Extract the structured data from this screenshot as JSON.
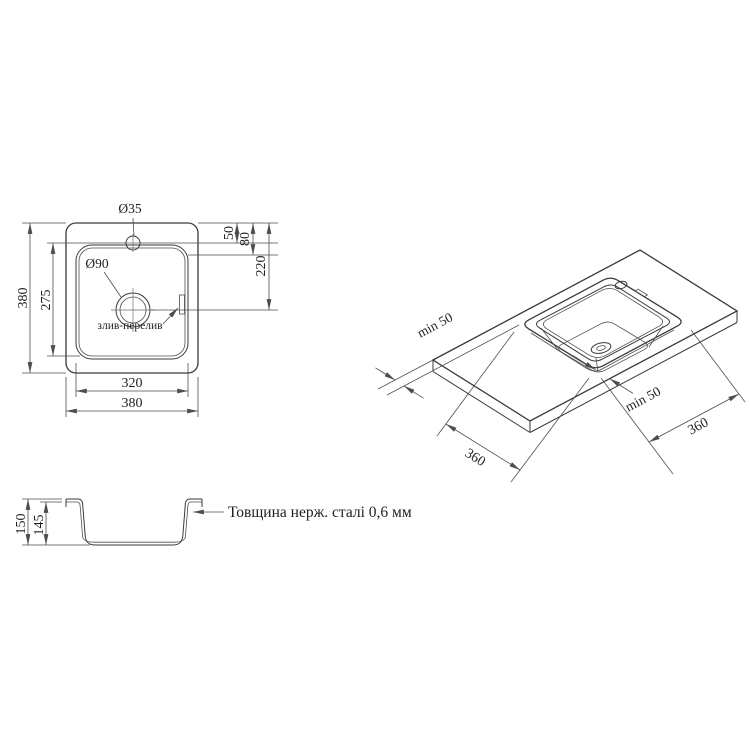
{
  "top_view": {
    "labels": {
      "faucet_hole": "Ø35",
      "drain": "Ø90",
      "overflow": "злив-перелив"
    },
    "dims": {
      "top_to_faucet": "50",
      "top_to_bowl": "80",
      "top_to_drain": "220",
      "height_overall": "380",
      "height_inner": "275",
      "width_inner": "320",
      "width_overall": "380"
    }
  },
  "section_view": {
    "dims": {
      "depth_overall": "150",
      "depth_inner": "145"
    },
    "note": "Товщина нерж. сталі 0,6 мм"
  },
  "iso_view": {
    "dims": {
      "back_offset": "min 50",
      "front_offset": "min 50",
      "cutout_width": "360",
      "cutout_depth": "360"
    }
  }
}
